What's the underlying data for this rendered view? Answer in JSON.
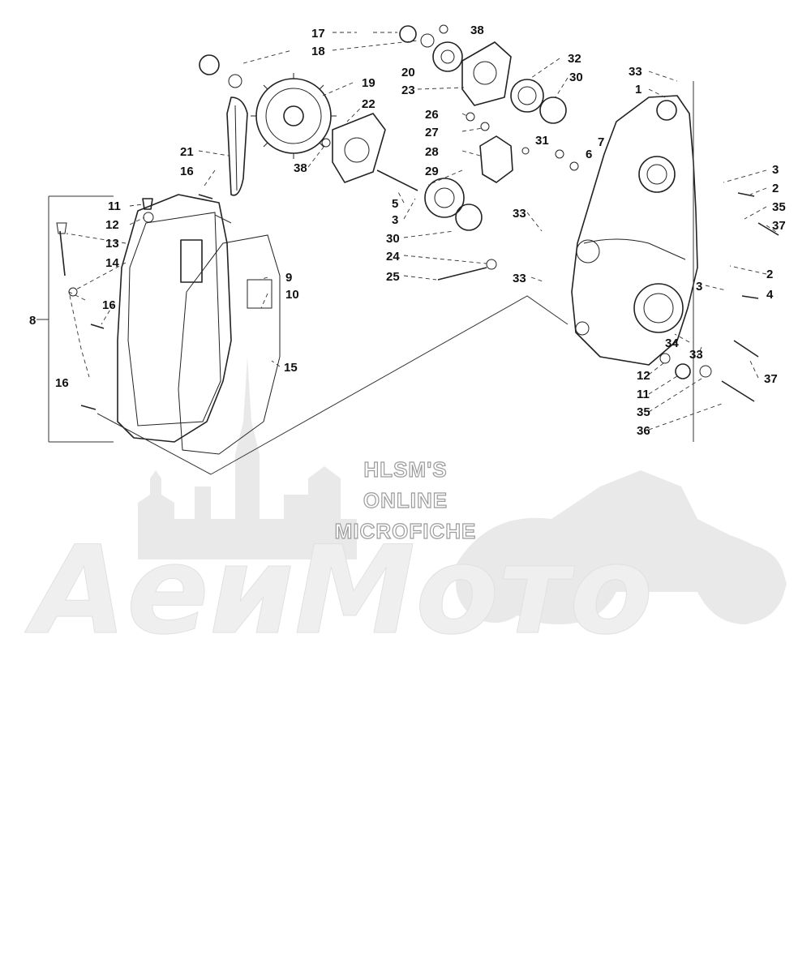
{
  "callouts": [
    "17",
    "18",
    "38",
    "20",
    "23",
    "32",
    "30",
    "33",
    "1",
    "19",
    "22",
    "26",
    "27",
    "31",
    "7",
    "6",
    "28",
    "29",
    "21",
    "16",
    "38",
    "5",
    "3",
    "3",
    "2",
    "35",
    "37",
    "11",
    "12",
    "13",
    "14",
    "33",
    "30",
    "24",
    "2",
    "25",
    "33",
    "3",
    "4",
    "9",
    "10",
    "8",
    "16",
    "34",
    "33",
    "12",
    "15",
    "16",
    "11",
    "35",
    "37",
    "36"
  ],
  "watermark": {
    "line1": "HLSM'S",
    "line2": "ONLINE",
    "line3": "MICROFICHE",
    "logo": "АеиМото"
  }
}
